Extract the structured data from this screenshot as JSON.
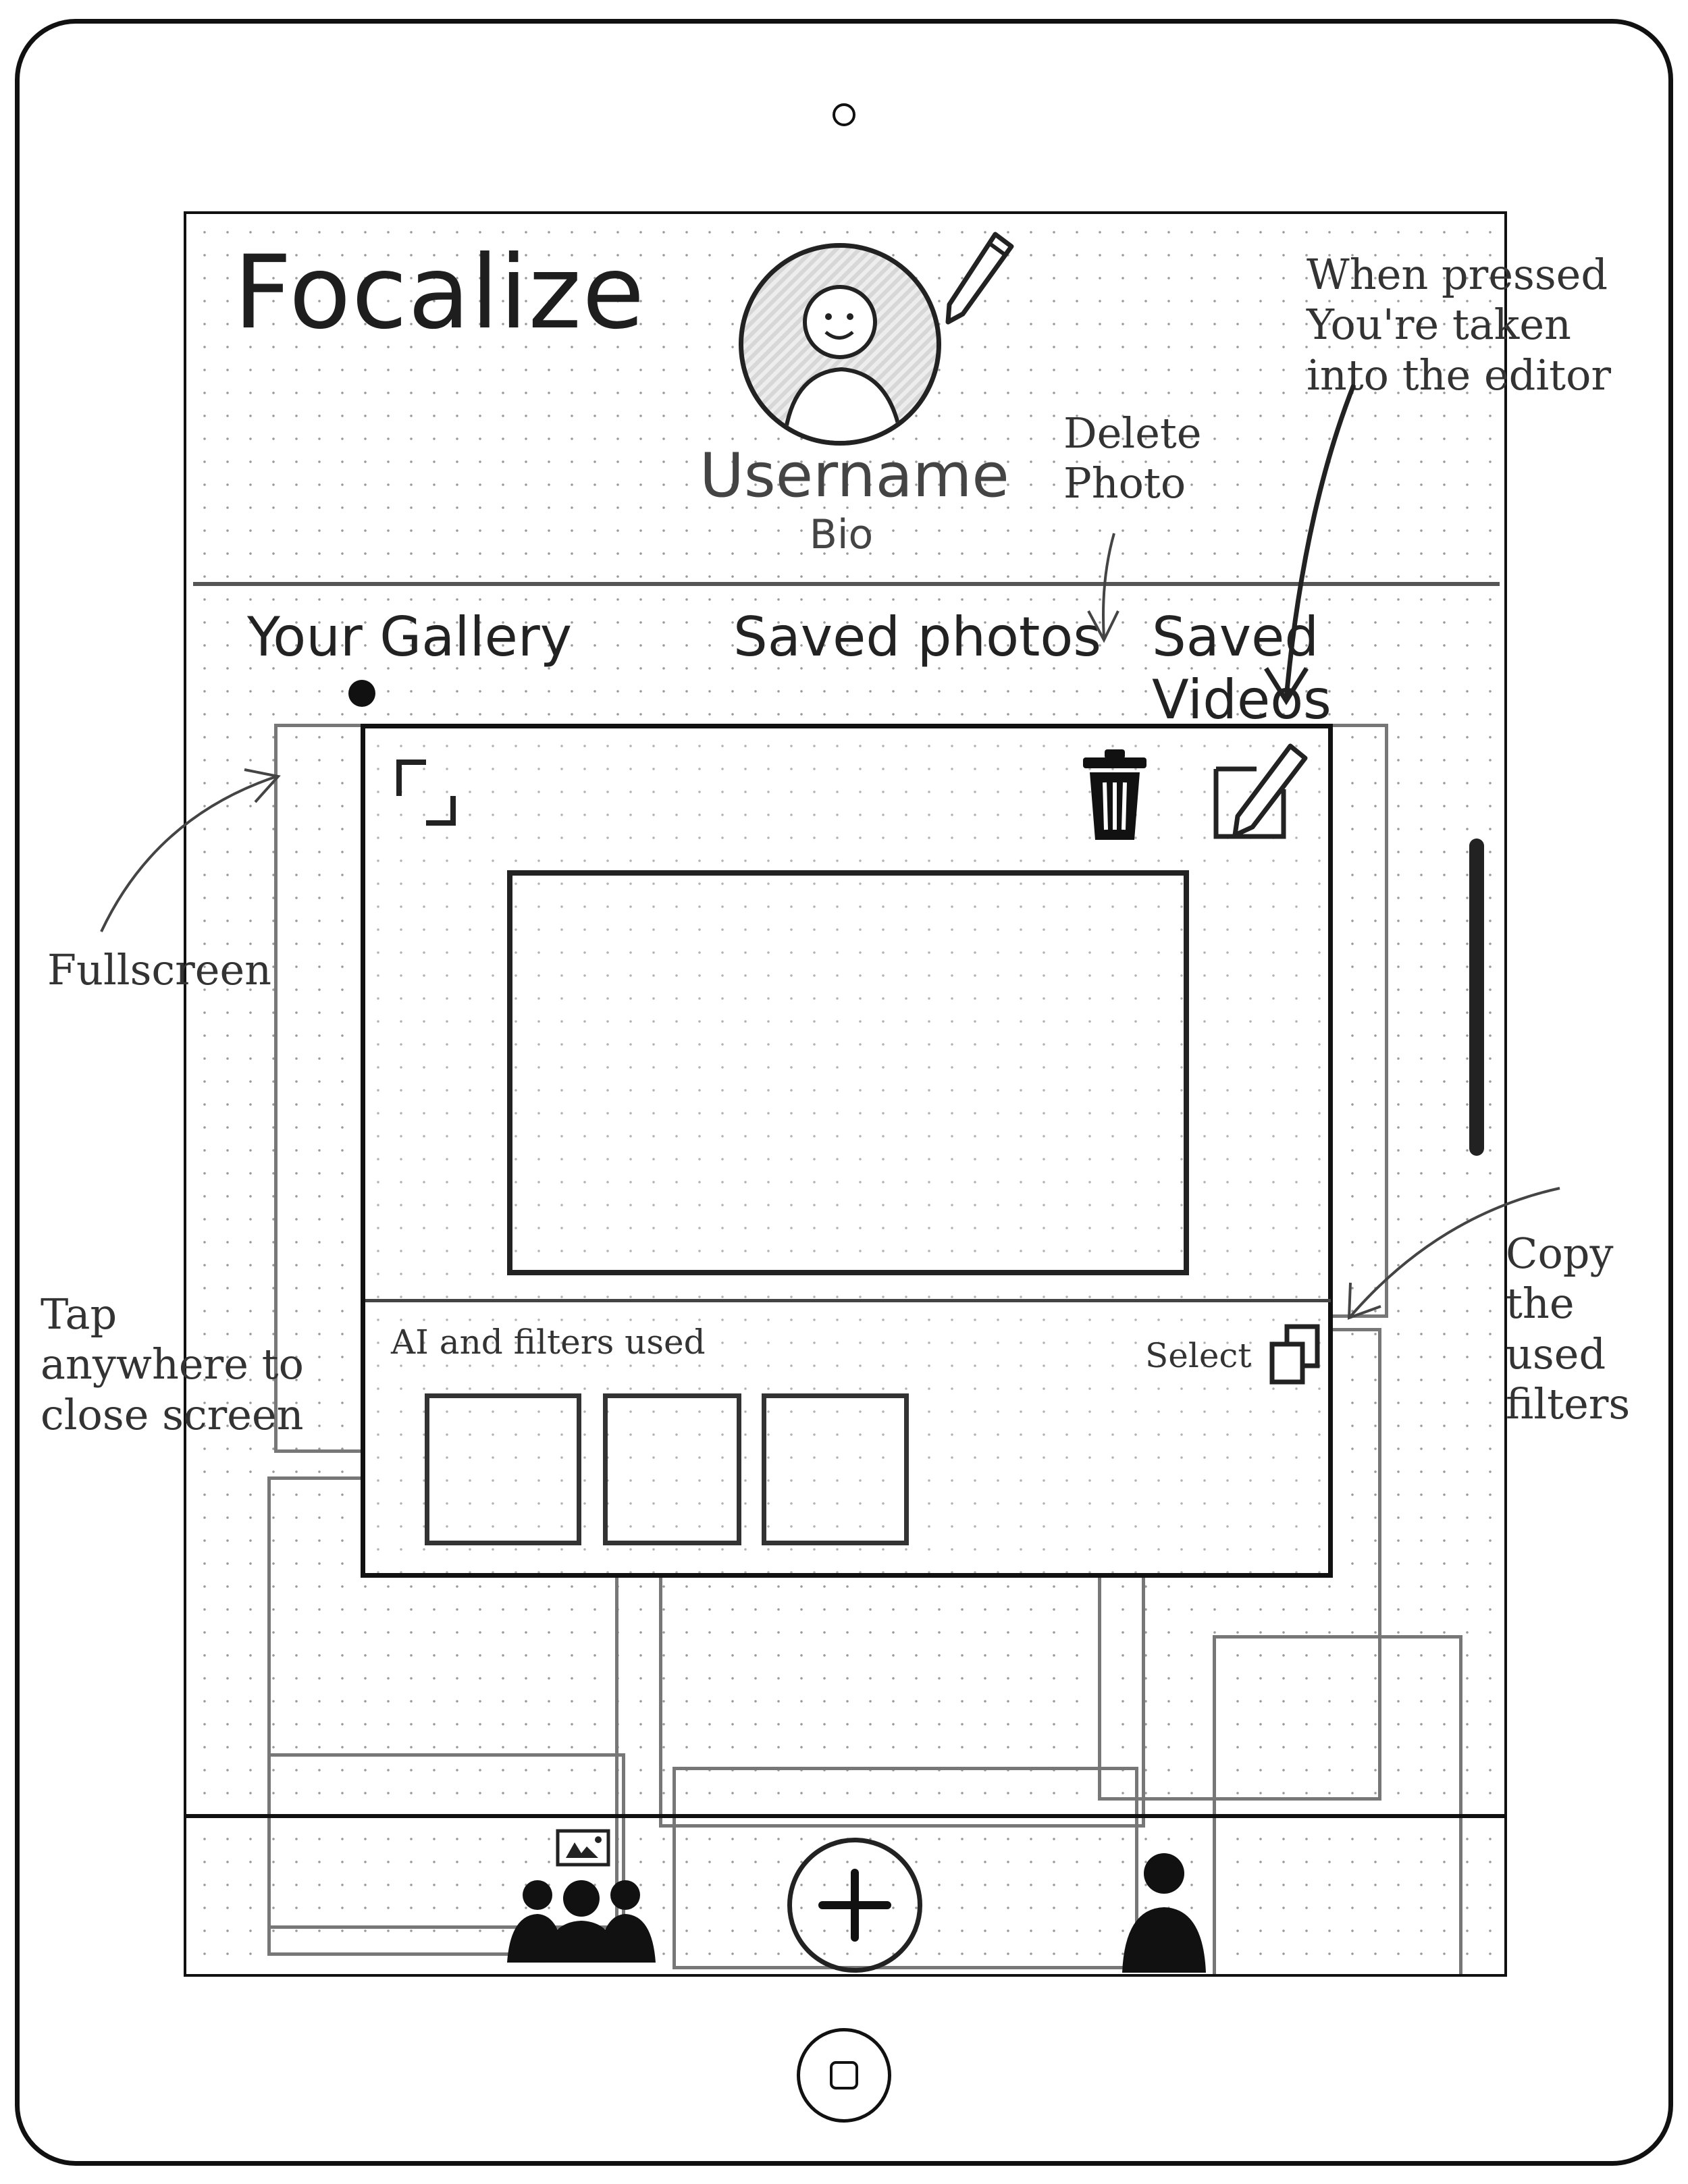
{
  "header": {
    "brand": "Focalize",
    "username": "Username",
    "bio": "Bio"
  },
  "tabs": [
    {
      "label": "Your Gallery",
      "active": true
    },
    {
      "label": "Saved photos",
      "active": false
    },
    {
      "label": "Saved Videos",
      "active": false
    }
  ],
  "modal": {
    "filters_label": "AI and filters used",
    "select_label": "Select",
    "icons": [
      "fullscreen-icon",
      "trash-icon",
      "edit-icon",
      "copy-icon"
    ]
  },
  "bottom_nav": [
    {
      "icon": "community-gallery-icon"
    },
    {
      "icon": "add-icon"
    },
    {
      "icon": "profile-icon"
    }
  ],
  "annotations": {
    "editor": "When pressed You're taken into the editor",
    "delete": "Delete Photo",
    "fullscreen": "Fullscreen",
    "close": "Tap anywhere to close screen",
    "copy": "Copy the used filters"
  },
  "colors": {
    "ink": "#111111",
    "paper": "#ffffff",
    "dot_grid": "#9a9a9a"
  }
}
